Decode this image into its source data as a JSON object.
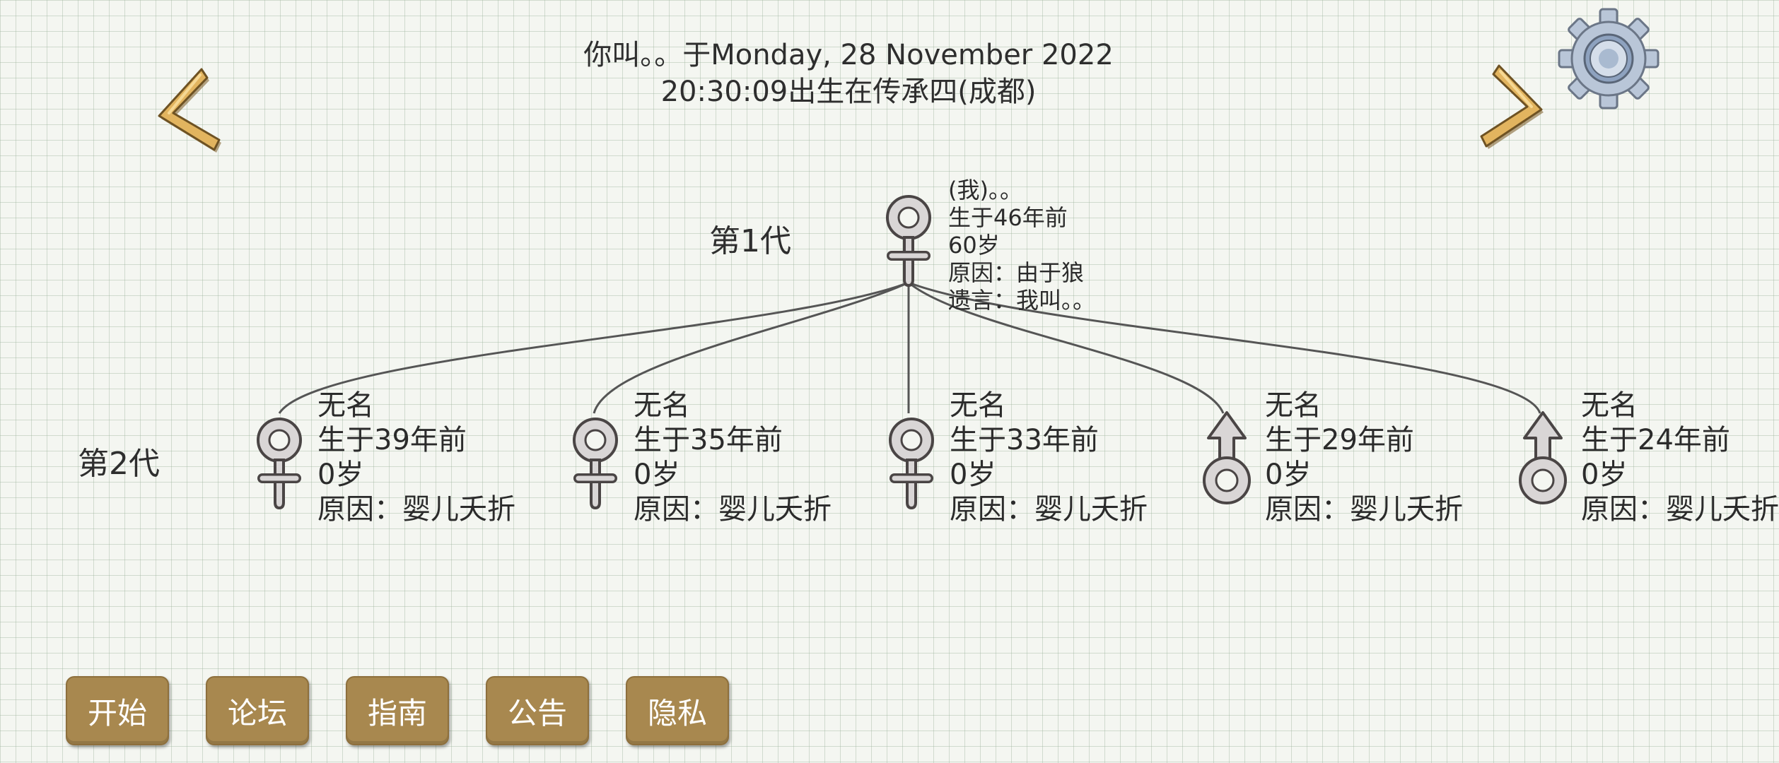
{
  "header": {
    "line1": "你叫。。于Monday, 28 November 2022",
    "line2": "20:30:09出生在传承四(成都)"
  },
  "icons": {
    "prev": "chevron-left-icon",
    "next": "chevron-right-icon",
    "settings": "gear-icon",
    "female": "female-symbol-icon",
    "male": "male-symbol-icon"
  },
  "colors": {
    "arrow": "#e2b45f",
    "button": "#a8884f",
    "symbol": "#d9d6d6",
    "gear": "#b9c6d8"
  },
  "generations": [
    "第1代",
    "第2代"
  ],
  "root": {
    "gender": "female",
    "lines": [
      "(我)。。",
      "生于46年前",
      "60岁",
      "原因：由于狼",
      "遗言：我叫。。"
    ]
  },
  "children": [
    {
      "gender": "female",
      "lines": [
        "无名",
        "生于39年前",
        "0岁",
        "原因：婴儿夭折"
      ]
    },
    {
      "gender": "female",
      "lines": [
        "无名",
        "生于35年前",
        "0岁",
        "原因：婴儿夭折"
      ]
    },
    {
      "gender": "female",
      "lines": [
        "无名",
        "生于33年前",
        "0岁",
        "原因：婴儿夭折"
      ]
    },
    {
      "gender": "male",
      "lines": [
        "无名",
        "生于29年前",
        "0岁",
        "原因：婴儿夭折"
      ]
    },
    {
      "gender": "male",
      "lines": [
        "无名",
        "生于24年前",
        "0岁",
        "原因：婴儿夭折"
      ]
    }
  ],
  "menu": [
    "开始",
    "论坛",
    "指南",
    "公告",
    "隐私"
  ]
}
